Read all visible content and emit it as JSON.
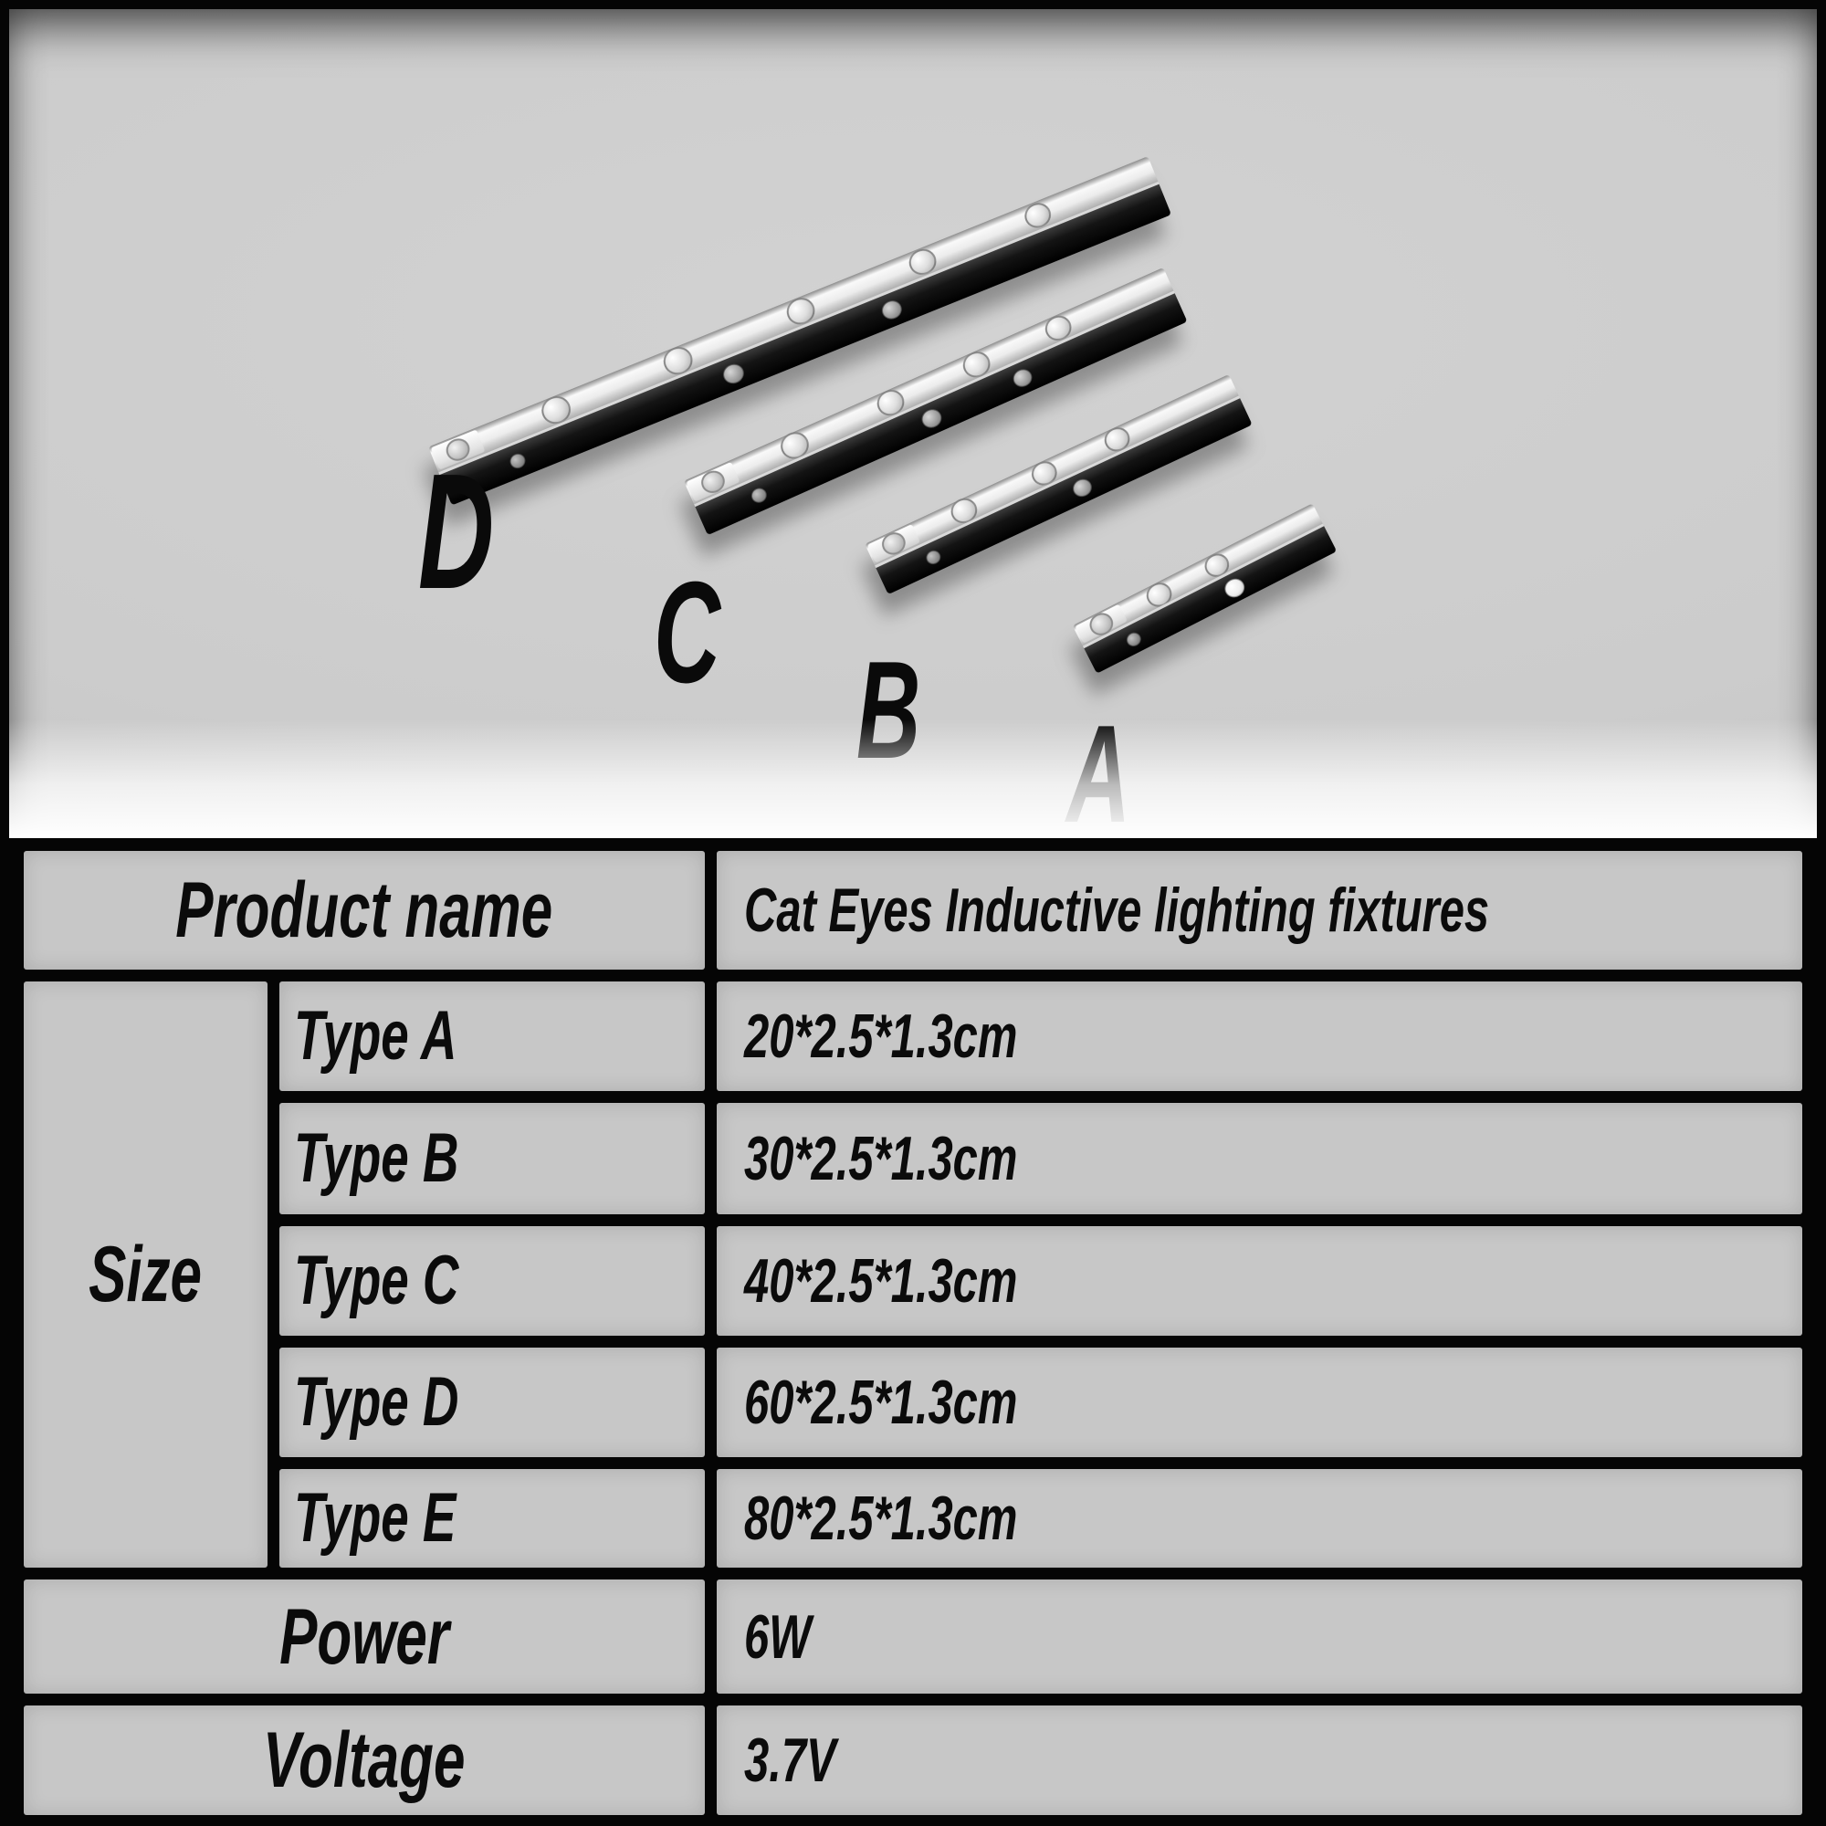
{
  "photo": {
    "bar_labels": [
      "D",
      "C",
      "B",
      "A"
    ]
  },
  "table": {
    "product_name_label": "Product name",
    "product_name_value": "Cat Eyes Inductive lighting fixtures",
    "size_label": "Size",
    "sizes": [
      {
        "type": "Type A",
        "dimensions": "20*2.5*1.3cm"
      },
      {
        "type": "Type B",
        "dimensions": "30*2.5*1.3cm"
      },
      {
        "type": "Type C",
        "dimensions": "40*2.5*1.3cm"
      },
      {
        "type": "Type D",
        "dimensions": "60*2.5*1.3cm"
      },
      {
        "type": "Type E",
        "dimensions": "80*2.5*1.3cm"
      }
    ],
    "power_label": "Power",
    "power_value": "6W",
    "voltage_label": "Voltage",
    "voltage_value": "3.7V"
  },
  "colors": {
    "cell_gray": "#c7c7c7",
    "photo_gray": "#cccccc",
    "border_black": "#050505",
    "text_black": "#0b0b0b"
  }
}
